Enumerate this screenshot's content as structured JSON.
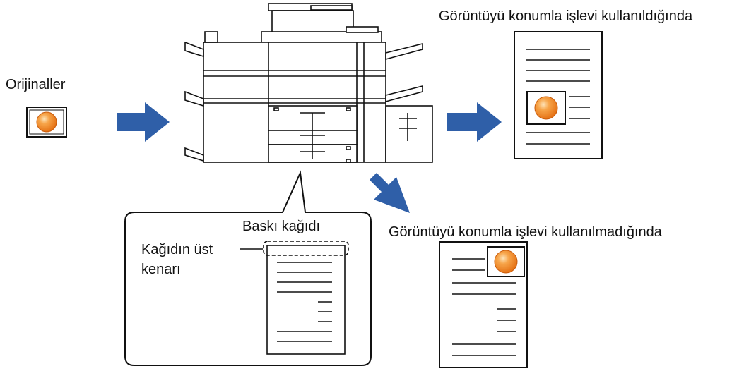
{
  "labels": {
    "originals": "Orijinaller",
    "with_function": "Görüntüyü konumla işlevi kullanıldığında",
    "without_function": "Görüntüyü konumla işlevi kullanılmadığında",
    "print_paper": "Baskı kağıdı",
    "paper_top_edge_line1": "Kağıdın üst",
    "paper_top_edge_line2": "kenarı"
  },
  "colors": {
    "arrow": "#2f5fa8",
    "orange": "#f28a1e",
    "orange_light": "#fbc98a",
    "line": "#1a1a1a"
  },
  "icons": [
    "printer-icon",
    "arrow-right-icon",
    "arrow-down-right-icon",
    "document-icon",
    "orange-ball-icon"
  ]
}
